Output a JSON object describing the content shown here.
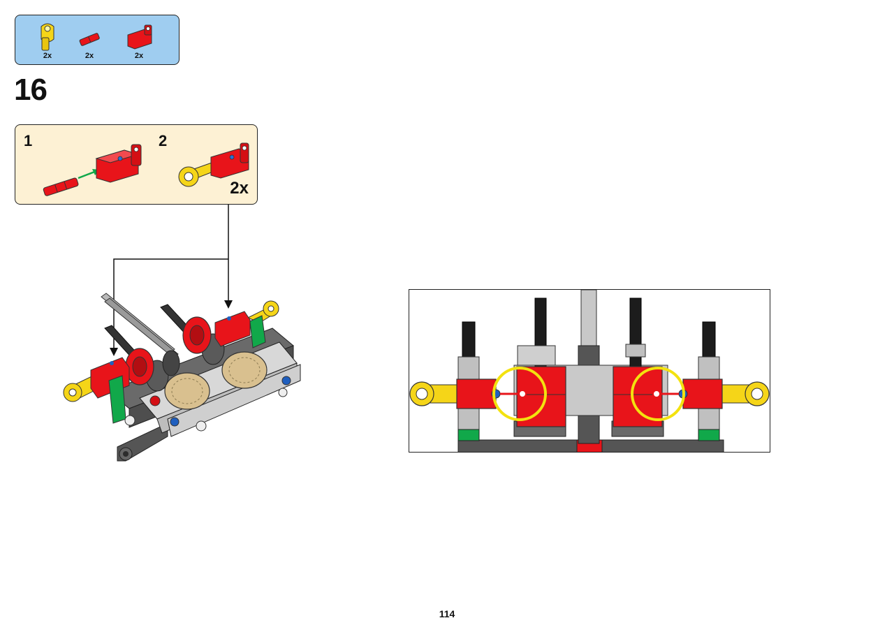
{
  "parts_list": {
    "items": [
      {
        "name": "yellow-beam-part",
        "qty": "2x"
      },
      {
        "name": "red-axle-pin-part",
        "qty": "2x"
      },
      {
        "name": "red-connector-part",
        "qty": "2x"
      }
    ]
  },
  "step": {
    "number": "16",
    "substeps": [
      {
        "number": "1"
      },
      {
        "number": "2",
        "multiplier": "2x"
      }
    ]
  },
  "page": {
    "number": "114"
  },
  "colors": {
    "parts_box_bg": "#9fcdf0",
    "substep_box_bg": "#fdf1d4",
    "lego_red": "#e8141a",
    "lego_yellow": "#f5d518",
    "lego_green": "#11a84a",
    "lego_blue": "#1f5fbf",
    "lego_tan": "#d9c08f",
    "dark_grey": "#555555",
    "light_grey": "#b9b9b9",
    "highlight_circle": "#f3e20f"
  }
}
